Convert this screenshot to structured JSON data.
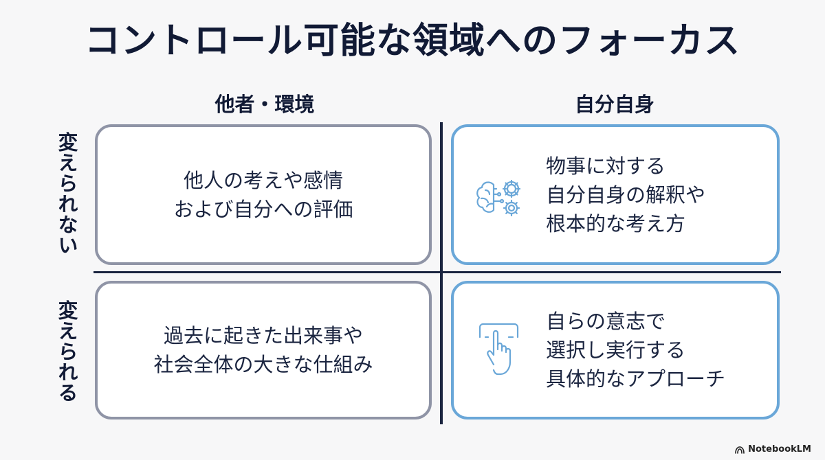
{
  "title": "コントロール可能な領域へのフォーカス",
  "columns": {
    "left": "他者・環境",
    "right": "自分自身"
  },
  "rows": {
    "top": "変えられない",
    "bottom": "変えられる"
  },
  "cells": {
    "top_left": {
      "lines": [
        "他人の考えや感情",
        "および自分への評価"
      ]
    },
    "top_right": {
      "icon": "brain-gears-icon",
      "lines": [
        "物事に対する",
        "自分自身の解釈や",
        "根本的な考え方"
      ]
    },
    "bottom_left": {
      "lines": [
        "過去に起きた出来事や",
        "社会全体の大きな仕組み"
      ]
    },
    "bottom_right": {
      "icon": "hand-tap-icon",
      "lines": [
        "自らの意志で",
        "選択し実行する",
        "具体的なアプローチ"
      ]
    }
  },
  "colors": {
    "title": "#111a35",
    "gray_border": "#8f94a6",
    "blue_border": "#6aa7d8",
    "divider": "#1b2540"
  },
  "footer": {
    "brand": "NotebookLM",
    "icon": "notebooklm-logo-icon"
  }
}
